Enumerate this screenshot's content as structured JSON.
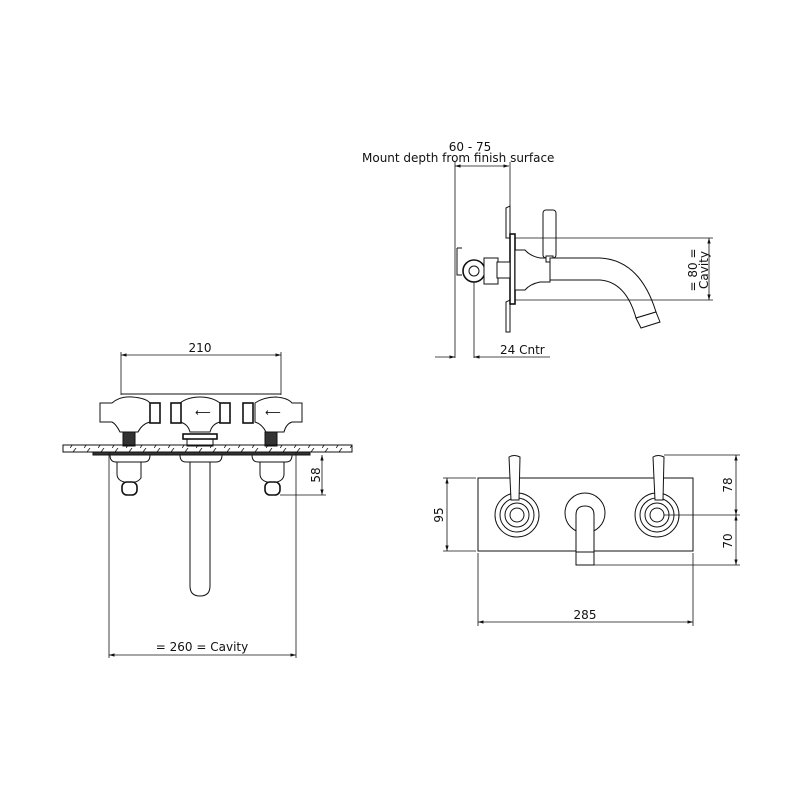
{
  "side_view": {
    "depth_dimension": "60  - 75",
    "depth_caption": "Mount depth from finish surface",
    "center_dimension": "24 Cntr",
    "cavity_dimension": "= 80 =",
    "cavity_label": "Cavity"
  },
  "front_installation_view": {
    "width_dimension": "210",
    "cavity_dimension": "= 260 = Cavity",
    "height_dimension": "58"
  },
  "front_plate_view": {
    "height_dimension": "95",
    "handle_height_dimension": "78",
    "spout_drop_dimension": "70",
    "width_dimension": "285"
  }
}
